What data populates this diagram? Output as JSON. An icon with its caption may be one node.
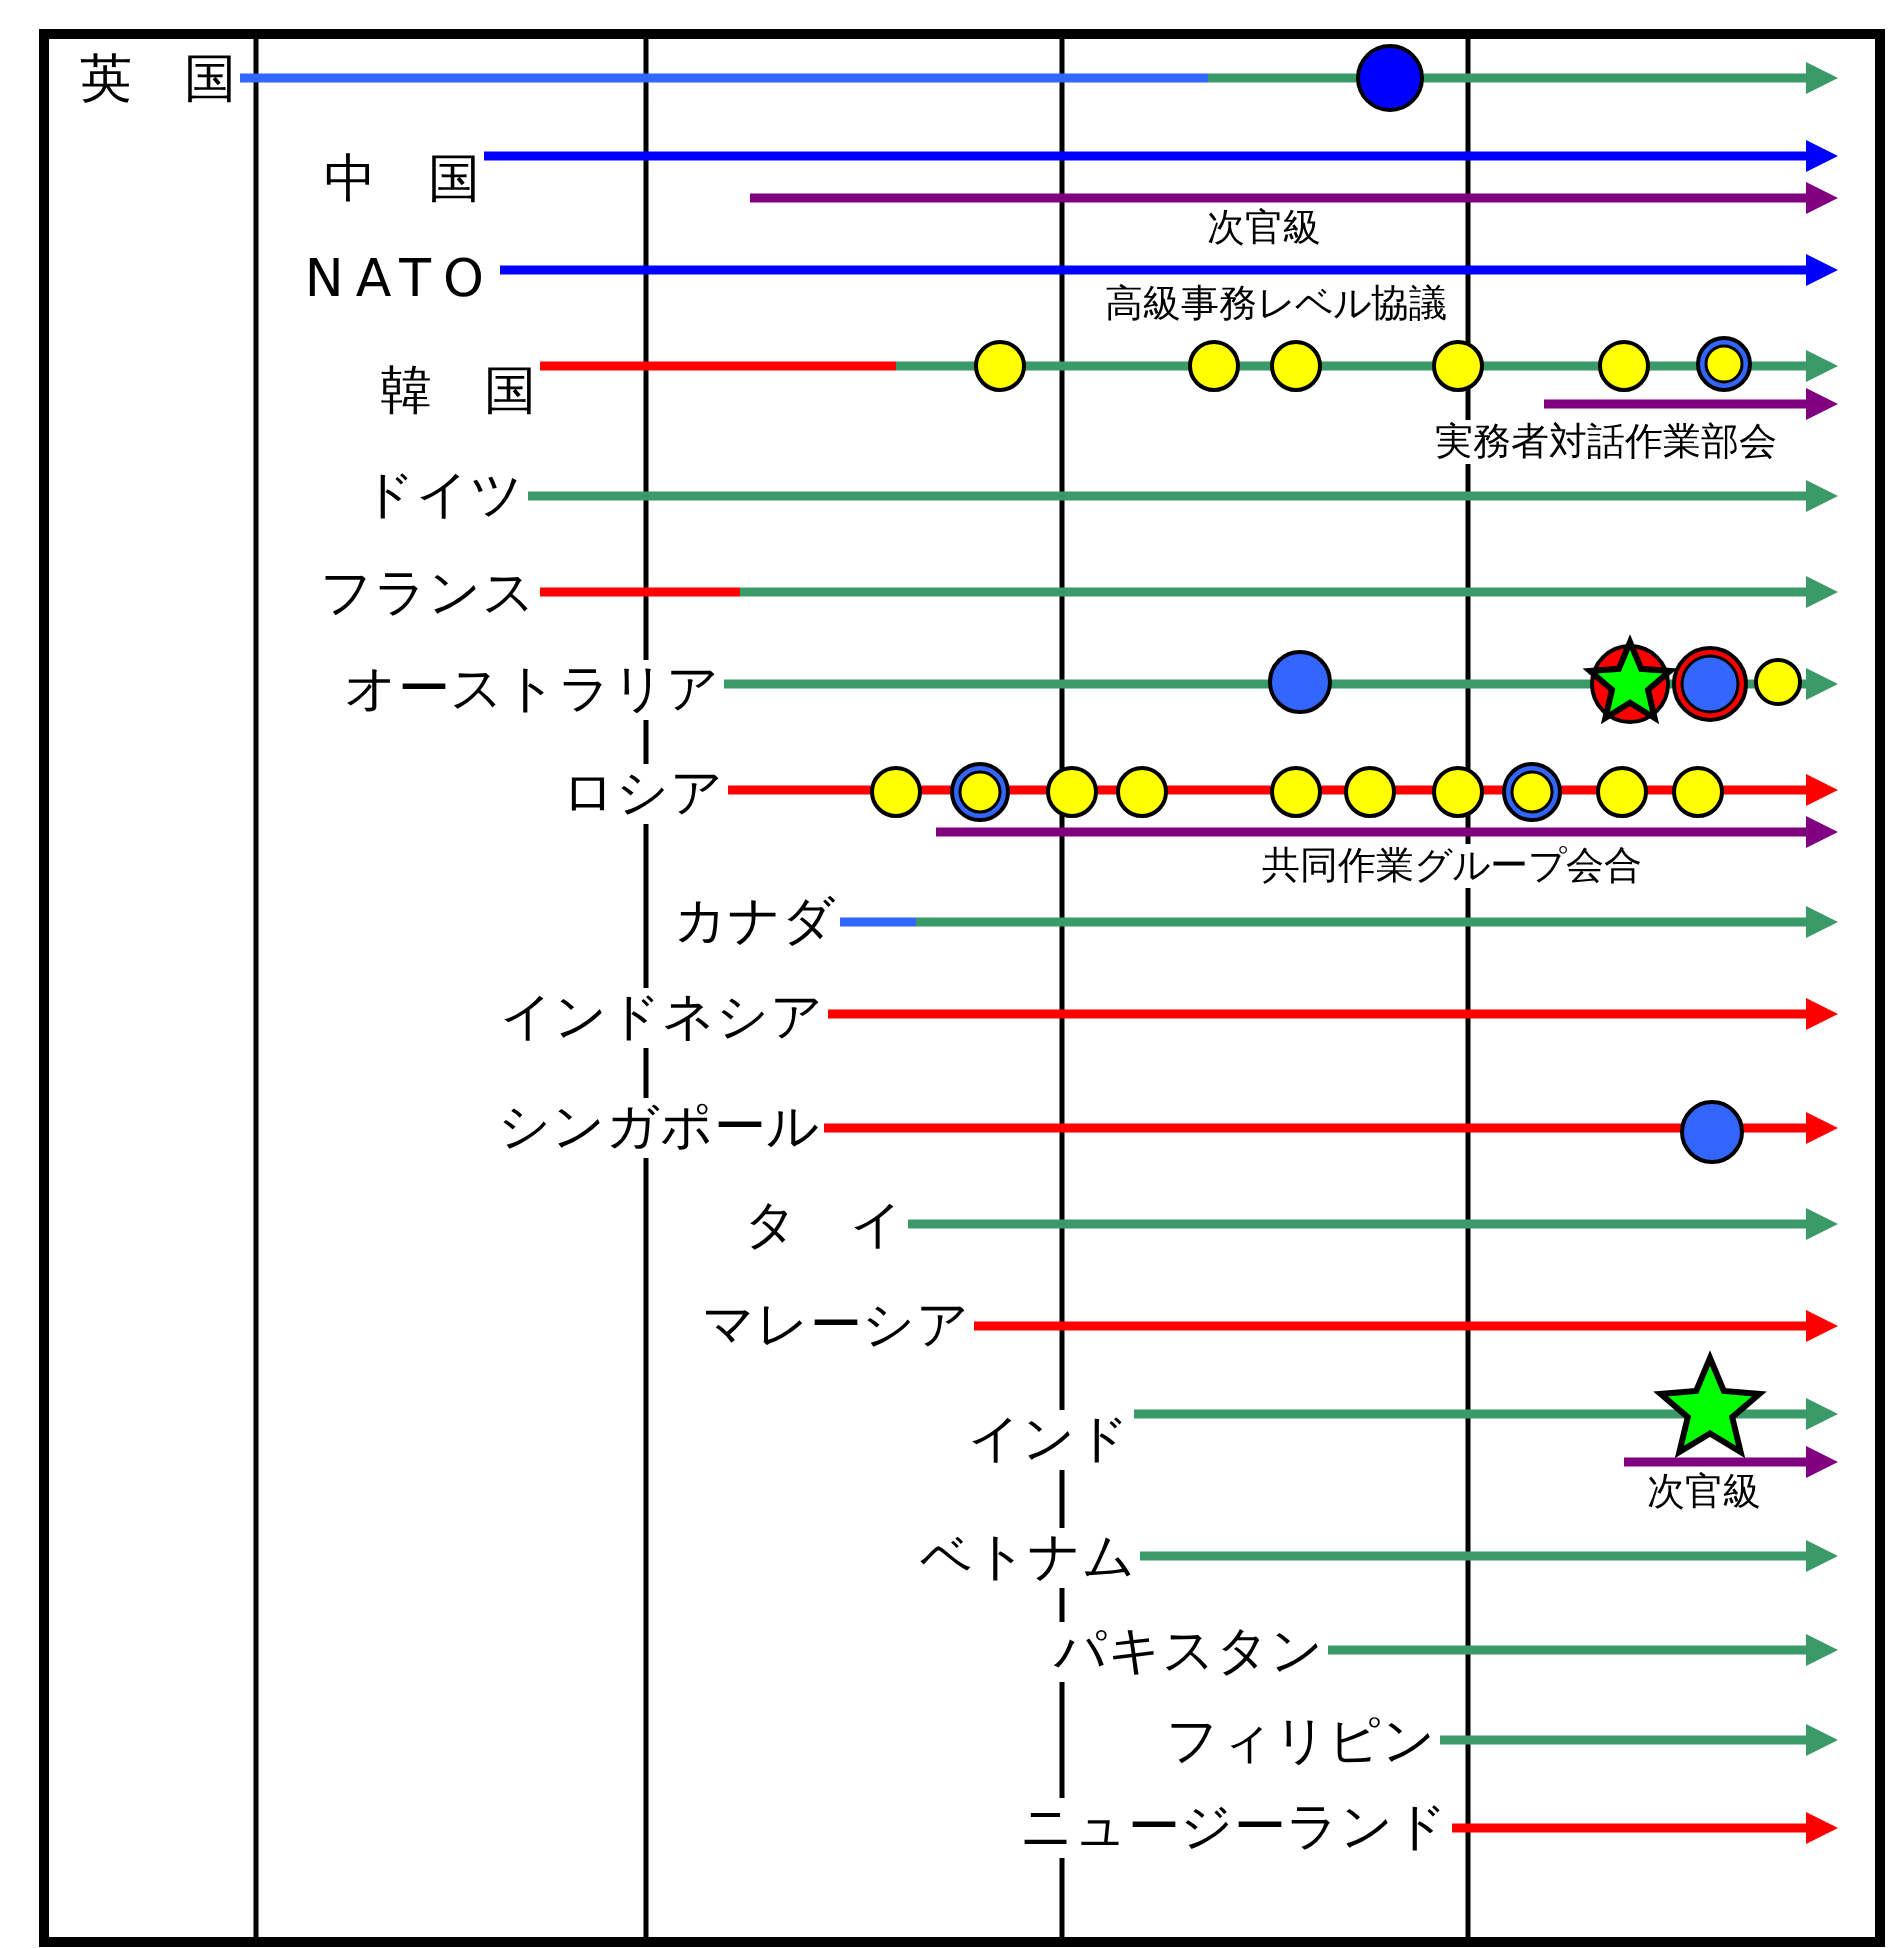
{
  "diagram": {
    "nodes": [
      {
        "text": [
          "英　国"
        ]
      },
      {
        "text": [
          "中　国"
        ]
      },
      {
        "text": [
          "NATO"
        ]
      },
      {
        "text": [
          "韓　国"
        ]
      },
      {
        "text": [
          "ドイツ"
        ]
      },
      {
        "text": [
          "フランス"
        ]
      },
      {
        "text": [
          "オーストラリア"
        ]
      },
      {
        "text": [
          "ロシア"
        ]
      },
      {
        "text": [
          "カナダ"
        ]
      },
      {
        "text": [
          "インドネシア"
        ]
      },
      {
        "text": [
          "シンガポール"
        ]
      },
      {
        "text": [
          "タ　イ"
        ]
      },
      {
        "text": [
          "マレーシア"
        ]
      },
      {
        "text": [
          "インド"
        ]
      },
      {
        "text": [
          "ベトナム"
        ]
      },
      {
        "text": [
          "パキスタン"
        ]
      },
      {
        "text": [
          "フィリピン"
        ]
      },
      {
        "text": [
          "ニュージーランド"
        ]
      }
    ],
    "edges": [
      {
        "from": 0,
        "to": null,
        "arrow": "to"
      },
      {
        "from": 1,
        "to": null,
        "arrow": "to",
        "color": "#0000ff"
      },
      {
        "from": 2,
        "to": null,
        "arrow": "to",
        "color": "#0000ff",
        "label": "高級事務レベル協議"
      },
      {
        "from": 3,
        "to": null,
        "arrow": "to"
      },
      {
        "from": 4,
        "to": null,
        "arrow": "to"
      },
      {
        "from": 5,
        "to": null,
        "arrow": "to"
      },
      {
        "from": 6,
        "to": null,
        "arrow": "to"
      },
      {
        "from": 7,
        "to": null,
        "arrow": "to",
        "color": "#ff0000"
      },
      {
        "from": 8,
        "to": null,
        "arrow": "to"
      },
      {
        "from": 9,
        "to": null,
        "arrow": "to",
        "color": "#ff0000"
      },
      {
        "from": 10,
        "to": null,
        "arrow": "to",
        "color": "#ff0000"
      },
      {
        "from": 11,
        "to": null,
        "arrow": "to"
      },
      {
        "from": 12,
        "to": null,
        "arrow": "to",
        "color": "#ff0000"
      },
      {
        "from": 13,
        "to": null,
        "arrow": "to"
      },
      {
        "from": 14,
        "to": null,
        "arrow": "to"
      },
      {
        "from": 15,
        "to": null,
        "arrow": "to"
      },
      {
        "from": 16,
        "to": null,
        "arrow": "to"
      },
      {
        "from": 17,
        "to": null,
        "arrow": "to",
        "color": "#ff0000"
      }
    ],
    "labels": [
      "次官級",
      "実務者対話作業部会",
      "共同作業グループ会合",
      "次官級"
    ]
  }
}
